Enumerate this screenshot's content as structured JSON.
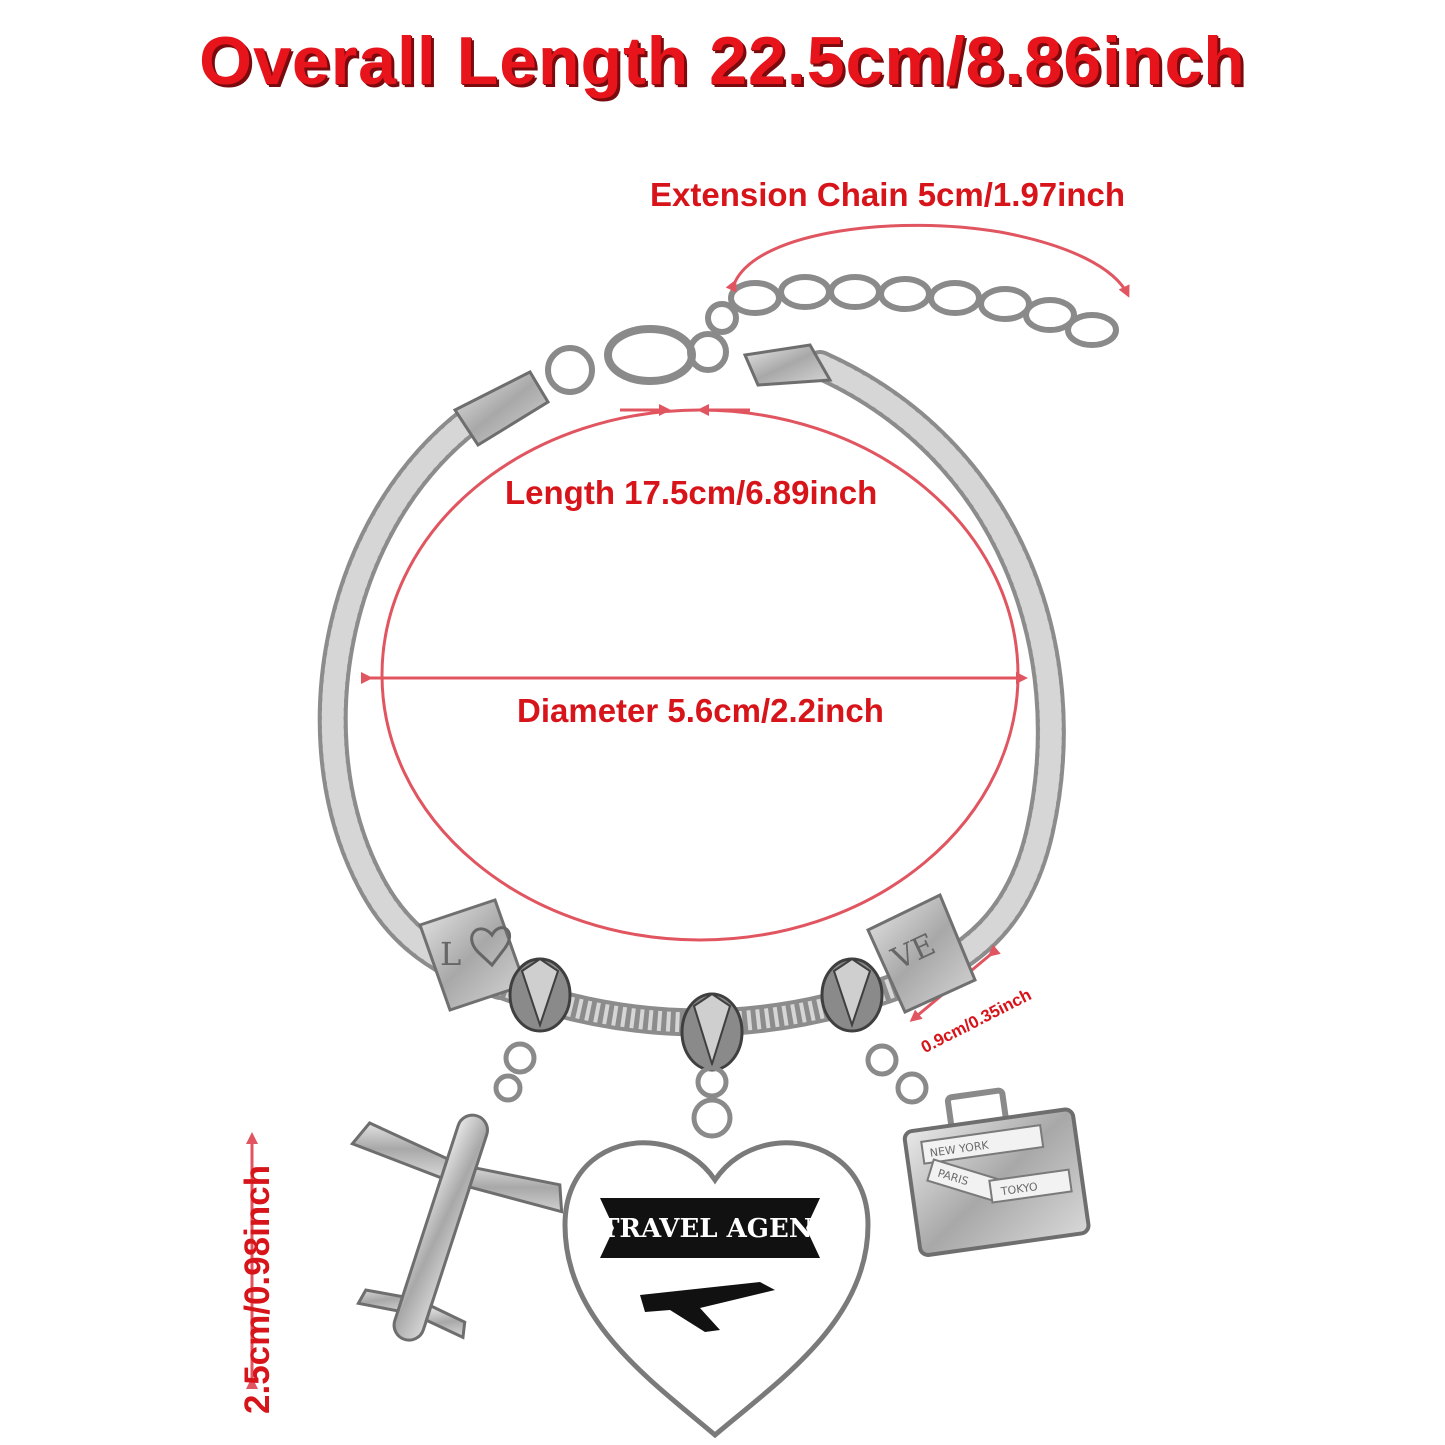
{
  "labels": {
    "overall_length": "Overall Length 22.5cm/8.86inch",
    "extension_chain": "Extension Chain 5cm/1.97inch",
    "length": "Length 17.5cm/6.89inch",
    "diameter": "Diameter 5.6cm/2.2inch",
    "bead_size": "0.9cm/0.35inch",
    "charm_height": "2.5cm/0.98inch"
  },
  "heart_charm": {
    "text": "TRAVEL AGENT"
  },
  "suitcase_charm": {
    "city1": "NEW YORK",
    "city2": "PARIS",
    "city3": "TOKYO"
  },
  "colors": {
    "annotation": "#d8141b",
    "silver": "#b9b9b9",
    "dark": "#4a4a4a"
  }
}
